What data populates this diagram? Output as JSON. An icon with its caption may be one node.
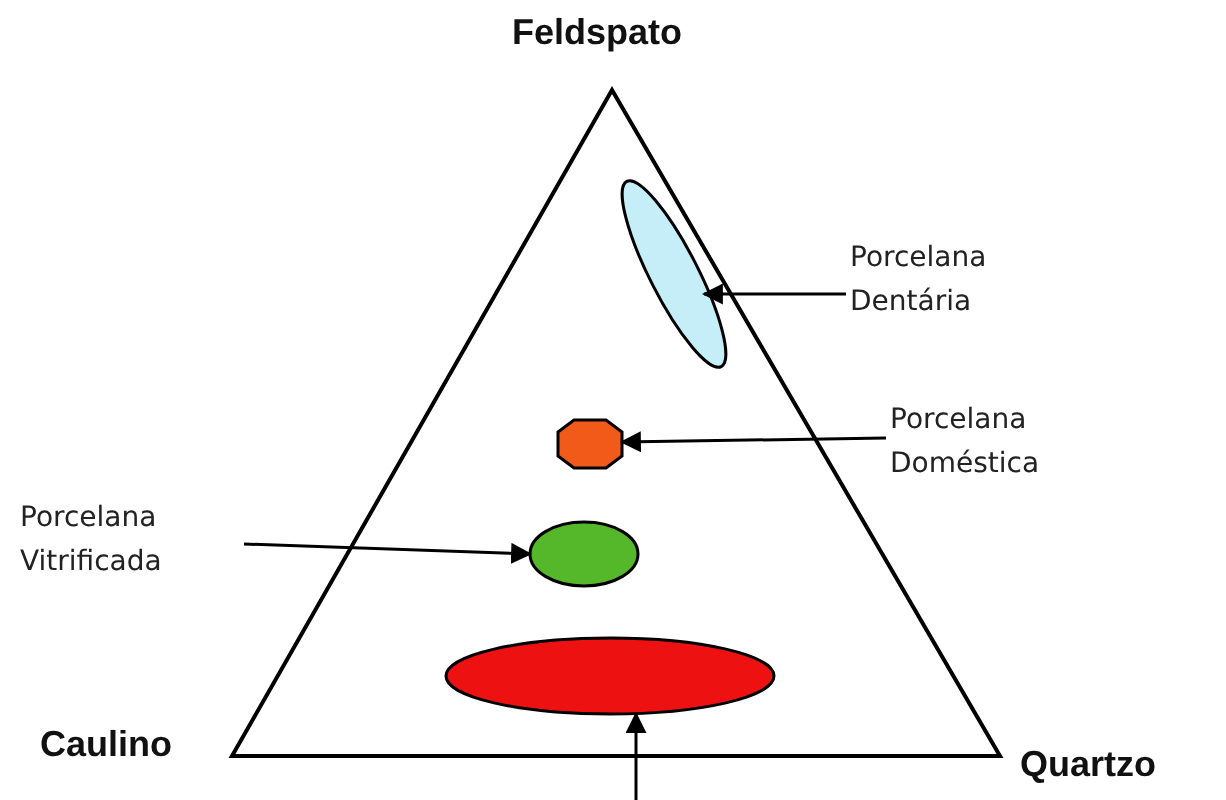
{
  "diagram": {
    "nodes": [
      {
        "text": [],
        "shape": "ellipse"
      },
      {
        "text": [
          "Porcelana Dentária"
        ]
      },
      {
        "text": [],
        "shape": "octagon"
      },
      {
        "text": [
          "Porcelana Doméstica"
        ]
      },
      {
        "text": [
          "Porcelana Vitrificada"
        ]
      },
      {
        "text": [],
        "shape": "ellipse"
      },
      {
        "text": [],
        "shape": "ellipse"
      }
    ],
    "edges": [
      {
        "from": 1,
        "to": 0,
        "arrow": "to"
      },
      {
        "from": 3,
        "to": 2,
        "arrow": "to"
      },
      {
        "from": 4,
        "to": 5,
        "arrow": "to"
      },
      {
        "from": null,
        "to": 6,
        "arrow": "to"
      }
    ],
    "labels": [
      "Feldspato",
      "Caulino",
      "Quartzo"
    ]
  }
}
